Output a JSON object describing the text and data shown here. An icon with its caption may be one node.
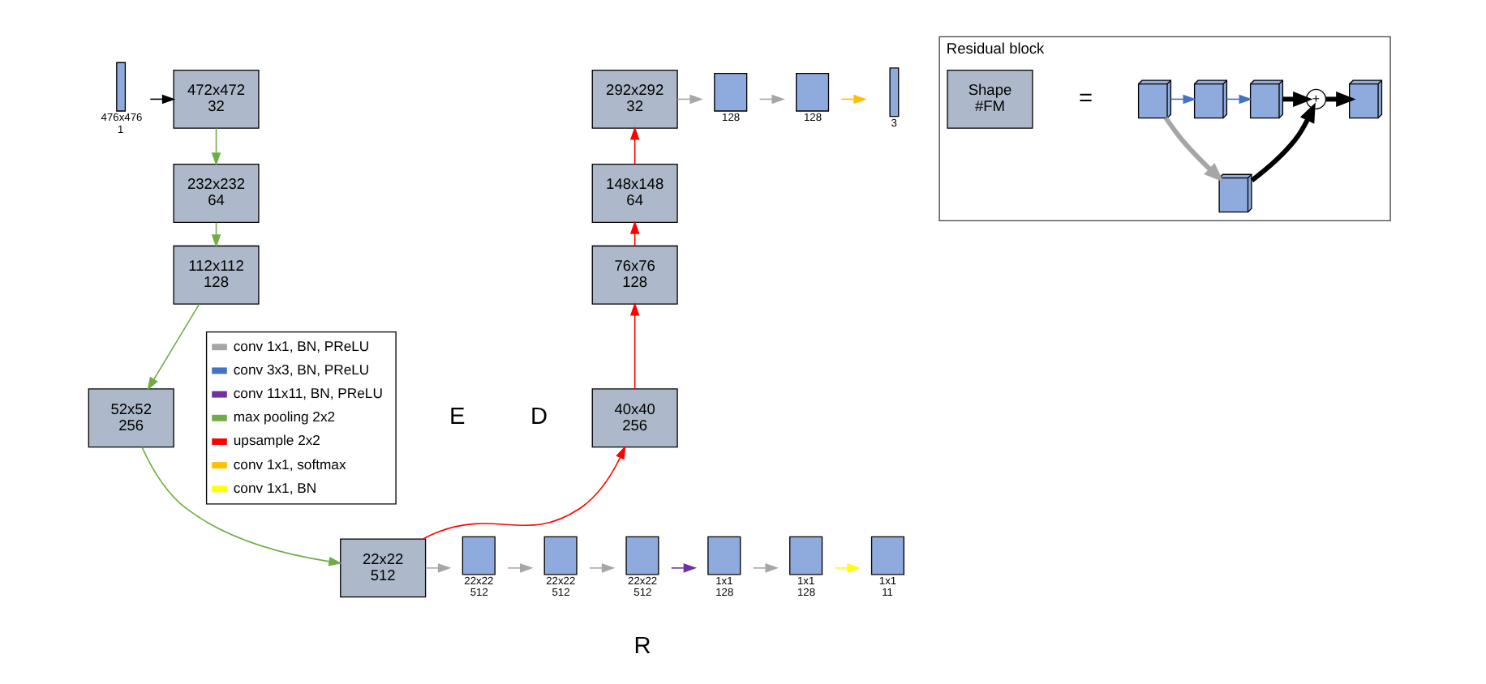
{
  "diagram": {
    "nodes": [
      {
        "text": [],
        "shape": "bar",
        "beside": [
          "476x476",
          "1"
        ]
      },
      {
        "text": [
          "472x472",
          "32"
        ]
      },
      {
        "text": [
          "232x232",
          "64"
        ]
      },
      {
        "text": [
          "112x112",
          "128"
        ]
      },
      {
        "text": [
          "52x52",
          "256"
        ]
      },
      {
        "text": [
          "22x22",
          "512"
        ]
      },
      {
        "text": [
          "40x40",
          "256"
        ]
      },
      {
        "text": [
          "76x76",
          "128"
        ]
      },
      {
        "text": [
          "148x148",
          "64"
        ]
      },
      {
        "text": [
          "292x292",
          "32"
        ]
      },
      {
        "text": [],
        "shape": "box",
        "beside": [
          "128"
        ]
      },
      {
        "text": [],
        "shape": "box",
        "beside": [
          "128"
        ]
      },
      {
        "text": [],
        "shape": "bar",
        "beside": [
          "3"
        ]
      },
      {
        "text": [],
        "shape": "box",
        "beside": [
          "22x22",
          "512"
        ]
      },
      {
        "text": [],
        "shape": "box",
        "beside": [
          "22x22",
          "512"
        ]
      },
      {
        "text": [],
        "shape": "box",
        "beside": [
          "22x22",
          "512"
        ]
      },
      {
        "text": [],
        "shape": "box",
        "beside": [
          "1x1",
          "128"
        ]
      },
      {
        "text": [],
        "shape": "box",
        "beside": [
          "1x1",
          "128"
        ]
      },
      {
        "text": [],
        "shape": "box",
        "beside": [
          "1x1",
          "11"
        ]
      },
      {
        "text": [
          "Residual block"
        ]
      },
      {
        "text": [
          "Shape",
          "#FM"
        ],
        "in": 19
      },
      {
        "text": [],
        "shape": "box",
        "in": 19
      },
      {
        "text": [],
        "shape": "box",
        "in": 19
      },
      {
        "text": [],
        "shape": "box",
        "in": 19
      },
      {
        "text": [
          "+"
        ],
        "in": 19
      },
      {
        "text": [],
        "shape": "box",
        "in": 19
      },
      {
        "text": [],
        "shape": "box",
        "in": 19
      }
    ],
    "edges": [
      {
        "from": 0,
        "to": 1,
        "arrow": "to",
        "color": "#000000"
      },
      {
        "from": 1,
        "to": 2,
        "arrow": "to",
        "color": "#70ad47"
      },
      {
        "from": 2,
        "to": 3,
        "arrow": "to",
        "color": "#70ad47"
      },
      {
        "from": 3,
        "to": 4,
        "arrow": "to",
        "color": "#70ad47"
      },
      {
        "from": 4,
        "to": 5,
        "arrow": "to",
        "color": "#70ad47"
      },
      {
        "from": 5,
        "to": 6,
        "arrow": "to",
        "color": "#ff0000"
      },
      {
        "from": 6,
        "to": 7,
        "arrow": "to",
        "color": "#ff0000"
      },
      {
        "from": 7,
        "to": 8,
        "arrow": "to",
        "color": "#ff0000"
      },
      {
        "from": 8,
        "to": 9,
        "arrow": "to",
        "color": "#ff0000"
      },
      {
        "from": 9,
        "to": 10,
        "arrow": "to",
        "color": "#a6a6a6"
      },
      {
        "from": 10,
        "to": 11,
        "arrow": "to",
        "color": "#a6a6a6"
      },
      {
        "from": 11,
        "to": 12,
        "arrow": "to",
        "color": "#ffc000"
      },
      {
        "from": 5,
        "to": 13,
        "arrow": "to",
        "color": "#a6a6a6"
      },
      {
        "from": 13,
        "to": 14,
        "arrow": "to",
        "color": "#a6a6a6"
      },
      {
        "from": 14,
        "to": 15,
        "arrow": "to",
        "color": "#a6a6a6"
      },
      {
        "from": 15,
        "to": 16,
        "arrow": "to",
        "color": "#7030a0"
      },
      {
        "from": 16,
        "to": 17,
        "arrow": "to",
        "color": "#a6a6a6"
      },
      {
        "from": 17,
        "to": 18,
        "arrow": "to",
        "color": "#ffff00"
      },
      {
        "from": 21,
        "to": 22,
        "arrow": "to",
        "color": "#4472c4"
      },
      {
        "from": 22,
        "to": 23,
        "arrow": "to",
        "color": "#4472c4"
      },
      {
        "from": 23,
        "to": 24,
        "arrow": "to",
        "style": "thick",
        "color": "#000000"
      },
      {
        "from": 24,
        "to": 25,
        "arrow": "to",
        "style": "thick",
        "color": "#000000"
      },
      {
        "from": 21,
        "to": 26,
        "arrow": "to",
        "style": "thick",
        "color": "#a6a6a6"
      },
      {
        "from": 26,
        "to": 24,
        "arrow": "to",
        "style": "thick",
        "color": "#000000"
      }
    ],
    "labels": [
      "E",
      "D",
      "=",
      "R"
    ],
    "legend": [
      {
        "text": "conv 1x1, BN, PReLU",
        "color": "#a6a6a6"
      },
      {
        "text": "conv 3x3, BN, PReLU",
        "color": "#4472c4"
      },
      {
        "text": "conv 11x11, BN, PReLU",
        "color": "#7030a0"
      },
      {
        "text": "max pooling 2x2",
        "color": "#70ad47"
      },
      {
        "text": "upsample 2x2",
        "color": "#ff0000"
      },
      {
        "text": "conv 1x1, softmax",
        "color": "#ffc000"
      },
      {
        "text": "conv 1x1, BN",
        "color": "#ffff00"
      }
    ]
  }
}
